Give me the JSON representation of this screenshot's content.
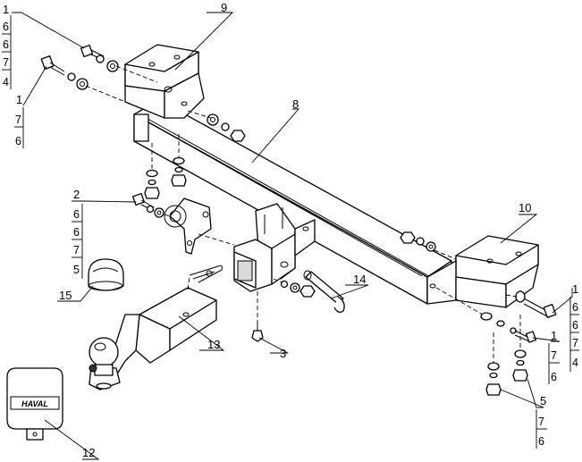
{
  "diagram": {
    "callouts": {
      "c1_top": "1",
      "c9": "9",
      "c8": "8",
      "c2": "2",
      "c15": "15",
      "c13": "13",
      "c3": "3",
      "c14": "14",
      "c10": "10",
      "c12": "12",
      "c5": "5",
      "c1_right": "1",
      "c1_right2": "1",
      "c1_left": "1"
    },
    "stacks": {
      "top_left": [
        "6",
        "6",
        "7",
        "4"
      ],
      "left_bolt": [
        "7",
        "6"
      ],
      "item2": [
        "6",
        "6",
        "7",
        "5"
      ],
      "right_top": [
        "6",
        "6",
        "7",
        "4"
      ],
      "right_mid": [
        "7",
        "6"
      ],
      "right_bottom": [
        "7",
        "6"
      ]
    },
    "cover_text": "HAVAL"
  }
}
